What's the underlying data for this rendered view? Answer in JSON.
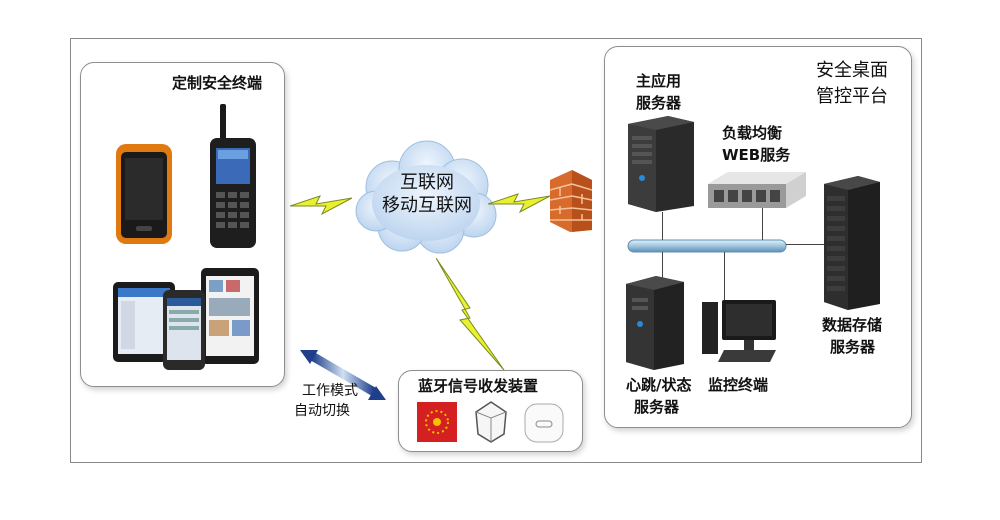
{
  "terminal_panel": {
    "title": "定制安全终端"
  },
  "cloud": {
    "line1": "互联网",
    "line2": "移动互联网"
  },
  "bluetooth_panel": {
    "title": "蓝牙信号收发装置"
  },
  "mode_switch": {
    "line1": "工作模式",
    "line2": "自动切换"
  },
  "platform_panel": {
    "title_line1": "安全桌面",
    "title_line2": "管控平台",
    "main_server": {
      "line1": "主应用",
      "line2": "服务器"
    },
    "load_balancer": {
      "line1": "负载均衡",
      "line2": "WEB服务"
    },
    "heartbeat_server": {
      "line1": "心跳/状态",
      "line2": "服务器"
    },
    "monitor_terminal": {
      "label": "监控终端"
    },
    "storage_server": {
      "line1": "数据存储",
      "line2": "服务器"
    }
  },
  "colors": {
    "cloud": "#c8dcf2",
    "bolt": "#e8f030",
    "firewall": "#d86a2c",
    "bus": "#9fc6e0",
    "arrow": "#1f3f8a"
  }
}
